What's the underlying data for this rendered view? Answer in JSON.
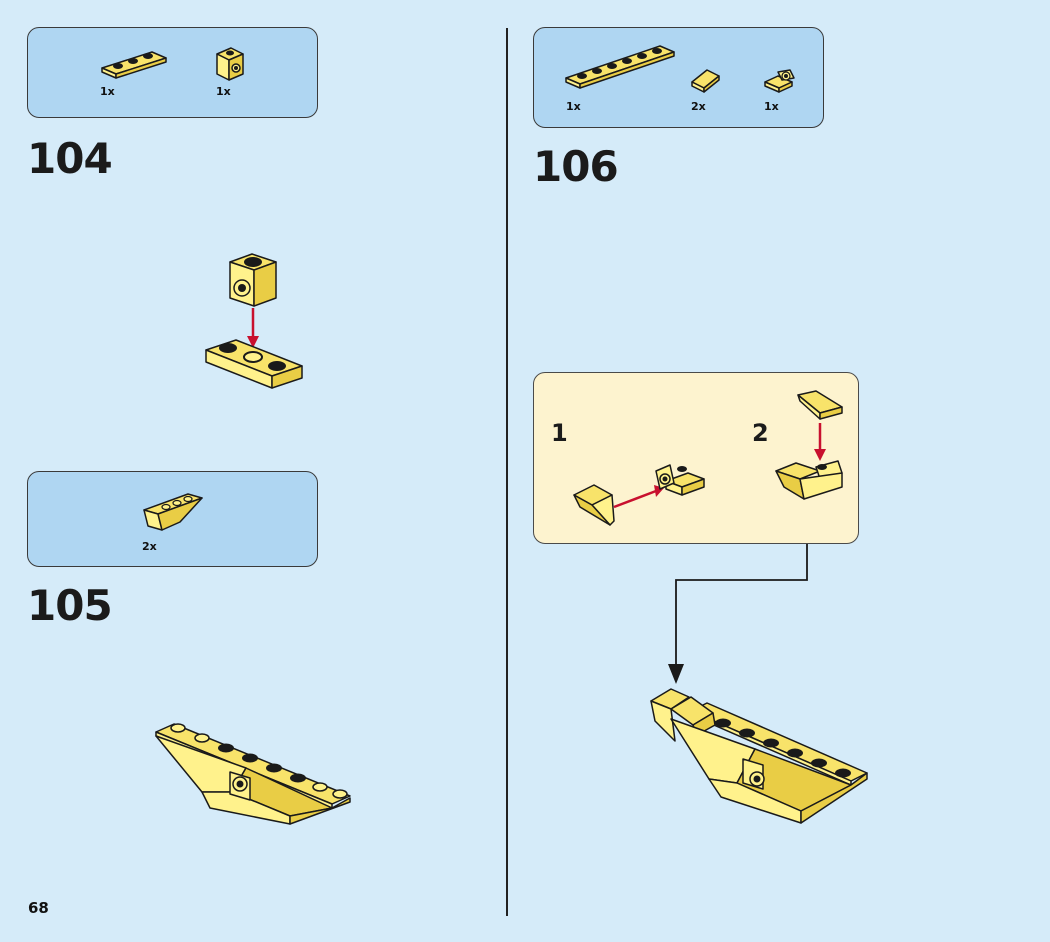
{
  "page_number": "68",
  "steps": [
    {
      "number": "104",
      "parts": [
        {
          "qty": "1x",
          "part": "plate-1x3-icon"
        },
        {
          "qty": "1x",
          "part": "brick-1x1-side-stud-icon"
        }
      ]
    },
    {
      "number": "105",
      "parts": [
        {
          "qty": "2x",
          "part": "inverted-slope-icon"
        }
      ]
    },
    {
      "number": "106",
      "parts": [
        {
          "qty": "1x",
          "part": "plate-1x6-icon"
        },
        {
          "qty": "2x",
          "part": "slope-1x1-icon"
        },
        {
          "qty": "1x",
          "part": "bracket-stud-icon"
        }
      ],
      "subassembly": {
        "steps": [
          "1",
          "2"
        ]
      }
    }
  ],
  "colors": {
    "background": "#d5ebf9",
    "parts_box": "#afd6f2",
    "subassembly_box": "#fdf3cf",
    "brick_yellow": "#fff28c",
    "arrow_red": "#c8102e"
  }
}
